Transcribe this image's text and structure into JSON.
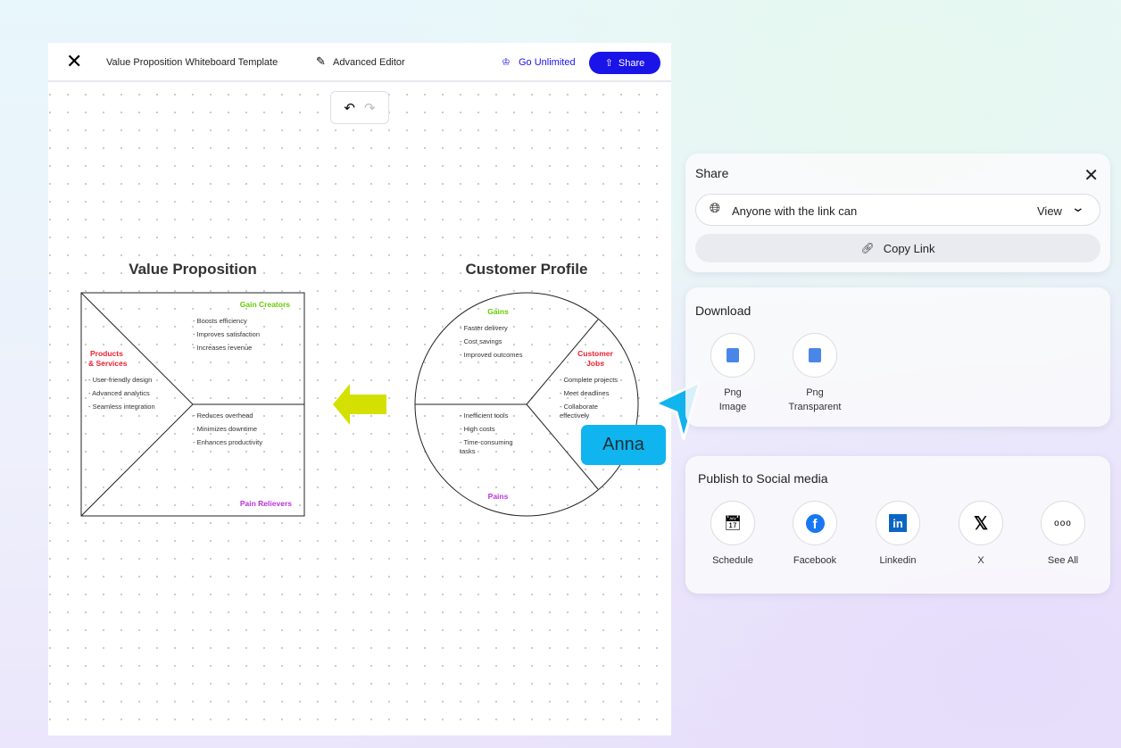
{
  "header": {
    "title": "Value Proposition Whiteboard Template",
    "advanced_editor": "Advanced Editor",
    "go_unlimited": "Go Unlimited",
    "share": "Share"
  },
  "board": {
    "value_proposition": {
      "title": "Value Proposition",
      "gain_creators": "Gain Creators",
      "gain_items": [
        "- Boosts efficiency",
        "- Improves satisfaction",
        "- Increases revenue"
      ],
      "products_line1": "Products",
      "products_line2": "& Services",
      "product_items": [
        "- User-friendly design",
        "- Advanced analytics",
        "- Seamless integration"
      ],
      "pain_items": [
        "- Reduces overhead",
        "- Minimizes downtime",
        "- Enhances productivity"
      ],
      "pain_relievers": "Pain Relievers"
    },
    "customer_profile": {
      "title": "Customer Profile",
      "gains": "Gains",
      "gain_items": [
        "- Faster delivery",
        "- Cost savings",
        "- Improved outcomes"
      ],
      "jobs_line1": "Customer",
      "jobs_line2": "Jobs",
      "job_items": [
        "- Complete projects",
        "- Meet deadlines",
        "- Collaborate",
        "effectively"
      ],
      "pain_items": [
        "- Inefficient tools",
        "- High costs",
        "- Time-consuming",
        "tasks"
      ],
      "pains": "Pains"
    },
    "cursor_label": "Anna"
  },
  "share_panel": {
    "title": "Share",
    "access_text": "Anyone with the link can",
    "permission": "View",
    "copy_link": "Copy Link"
  },
  "download_panel": {
    "title": "Download",
    "options": [
      {
        "line1": "Png",
        "line2": "Image"
      },
      {
        "line1": "Png",
        "line2": "Transparent"
      }
    ]
  },
  "social_panel": {
    "title": "Publish to Social media",
    "options": [
      "Schedule",
      "Facebook",
      "Linkedin",
      "X",
      "See All"
    ]
  },
  "colors": {
    "accent": "#1a14e8",
    "green": "#66cc00",
    "red": "#ee2233",
    "purple": "#bb33dd",
    "cursor": "#10b4ee",
    "arrow": "#d4e000"
  }
}
